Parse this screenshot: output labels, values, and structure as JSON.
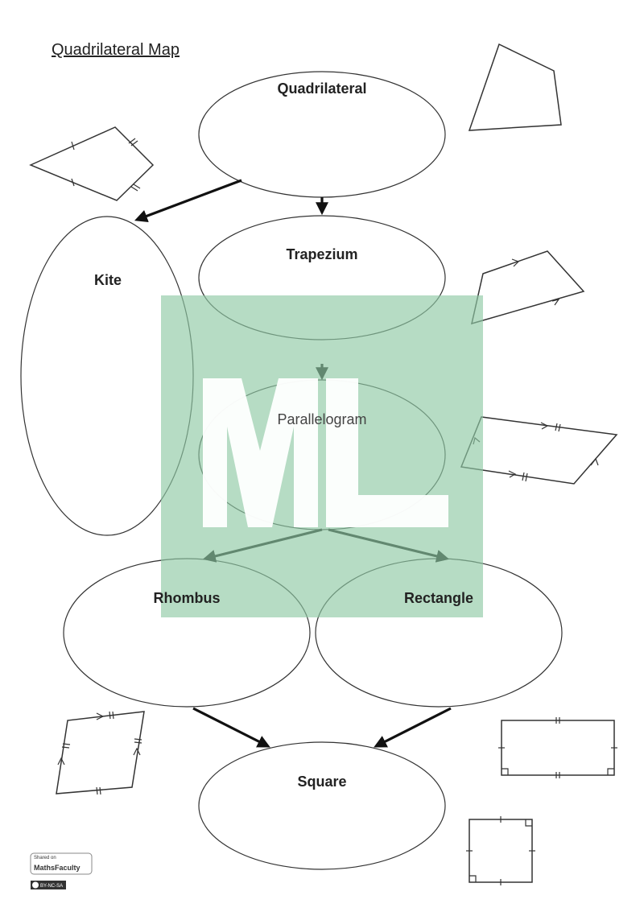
{
  "title": "Quadrilateral Map",
  "nodes": {
    "quadrilateral": "Quadrilateral",
    "trapezium": "Trapezium",
    "kite": "Kite",
    "parallelogram": "Parallelogram",
    "rhombus": "Rhombus",
    "rectangle": "Rectangle",
    "square": "Square"
  },
  "edges": [
    [
      "Quadrilateral",
      "Kite"
    ],
    [
      "Quadrilateral",
      "Trapezium"
    ],
    [
      "Trapezium",
      "Parallelogram"
    ],
    [
      "Parallelogram",
      "Rhombus"
    ],
    [
      "Parallelogram",
      "Rectangle"
    ],
    [
      "Rhombus",
      "Square"
    ],
    [
      "Rectangle",
      "Square"
    ]
  ],
  "watermark": {
    "text": "ML",
    "color": "#8fc9a5"
  },
  "footer": {
    "shared_on": "Shared on",
    "brand": "MathsFaculty",
    "license": "BY-NC-SA"
  }
}
